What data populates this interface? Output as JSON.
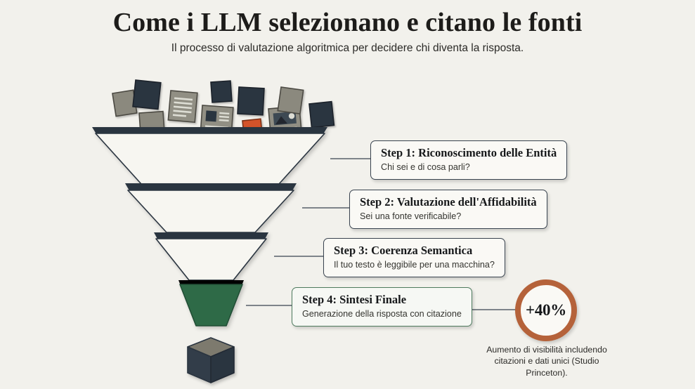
{
  "header": {
    "title": "Come i LLM selezionano e citano le fonti",
    "subtitle": "Il processo di valutazione algoritmica per decidere chi diventa la risposta."
  },
  "funnel": {
    "stages": [
      {
        "id": "stage-1",
        "label": "Step 1: Riconoscimento delle Entità",
        "fill": "#f7f6f1",
        "rim": "#2b3440"
      },
      {
        "id": "stage-2",
        "label": "Step 2: Valutazione dell'Affidabilità",
        "fill": "#f7f6f1",
        "rim": "#2b3440"
      },
      {
        "id": "stage-3",
        "label": "Step 3: Coerenza Semantica",
        "fill": "#f7f6f1",
        "rim": "#2b3440"
      },
      {
        "id": "stage-4",
        "label": "Step 4: Sintesi Finale",
        "fill": "#2f6b47",
        "rim": "#21513４"
      }
    ],
    "output_cube": "cube-icon"
  },
  "steps": [
    {
      "title": "Step 1: Riconoscimento delle Entità",
      "subtitle": "Chi sei e di cosa parli?",
      "accent": "#3a4450"
    },
    {
      "title": "Step 2: Valutazione dell'Affidabilità",
      "subtitle": "Sei una fonte verificabile?",
      "accent": "#3a4450"
    },
    {
      "title": "Step 3: Coerenza Semantica",
      "subtitle": "Il tuo testo è leggibile per una macchina?",
      "accent": "#3a4450"
    },
    {
      "title": "Step 4: Sintesi Finale",
      "subtitle": "Generazione della risposta con citazione",
      "accent": "#4e7a5e"
    }
  ],
  "badge": {
    "value": "+40%",
    "ring_color": "#b5623a",
    "caption": "Aumento di visibilità includendo citazioni e dati unici (Studio Princeton)."
  },
  "palette": {
    "background": "#f2f1ec",
    "funnel_body": "#f7f6f1",
    "funnel_rim": "#2b3440",
    "green": "#2f6b47",
    "terracotta": "#b5623a",
    "doc_navy": "#2b3440",
    "doc_taupe": "#8c8madd",
    "ink": "#1d1c1a"
  },
  "documents": [
    {
      "name": "document-navy-1",
      "color": "#2b3440"
    },
    {
      "name": "document-taupe-1",
      "color": "#8b897e"
    },
    {
      "name": "document-lined-1",
      "color": "#918f84"
    },
    {
      "name": "document-navy-2",
      "color": "#2b3440"
    },
    {
      "name": "document-navy-3",
      "color": "#2b3440"
    },
    {
      "name": "document-taupe-2",
      "color": "#8b897e"
    },
    {
      "name": "document-article-1",
      "color": "#918f84"
    },
    {
      "name": "document-orange-1",
      "color": "#d4522a"
    },
    {
      "name": "document-photo-1",
      "color": "#918f84"
    },
    {
      "name": "document-navy-4",
      "color": "#2b3440"
    },
    {
      "name": "document-taupe-3",
      "color": "#8b897e"
    },
    {
      "name": "document-navy-5",
      "color": "#2b3440"
    }
  ]
}
